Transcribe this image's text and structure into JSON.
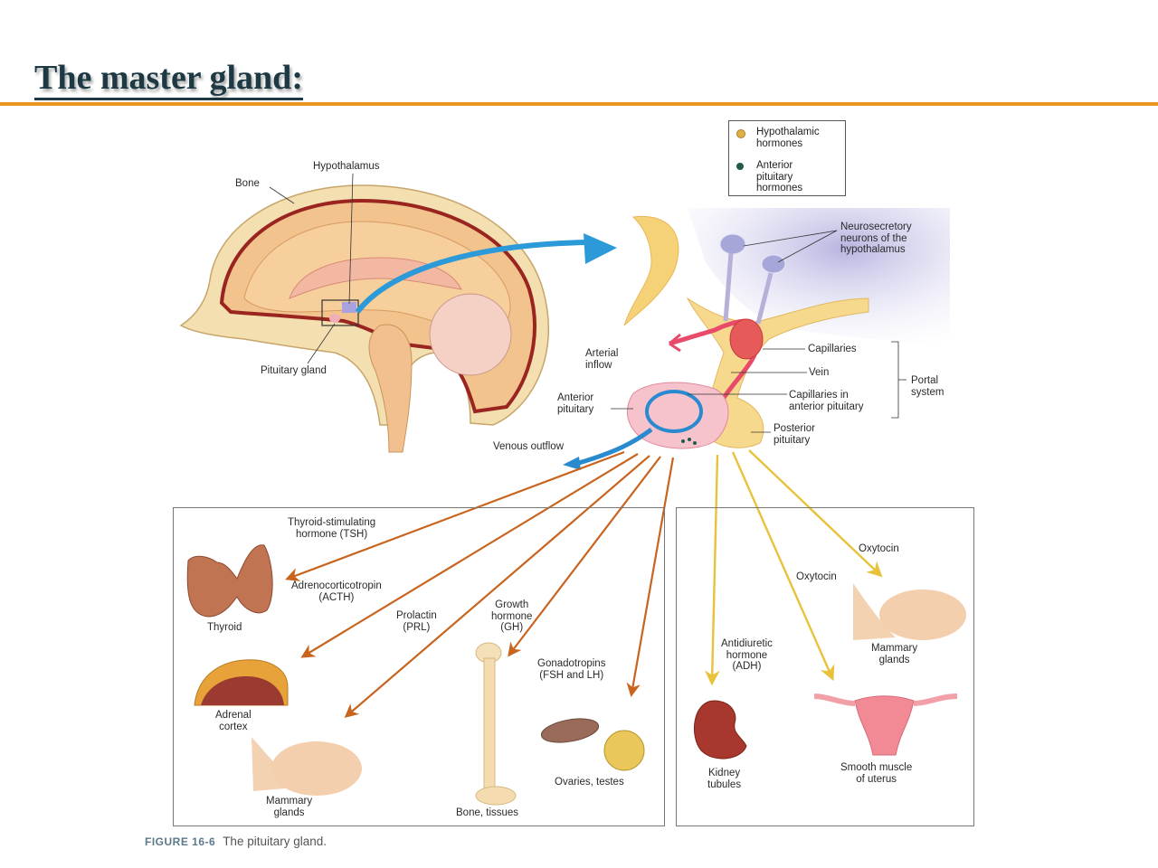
{
  "slide": {
    "title": "The master gland:",
    "accent_color": "#e8961c"
  },
  "legend": {
    "items": [
      {
        "label": "Hypothalamic\nhormones",
        "color": "#e0b040"
      },
      {
        "label": "Anterior\npituitary\nhormones",
        "color": "#1f5a4a"
      }
    ]
  },
  "brain_labels": {
    "bone": "Bone",
    "hypothalamus": "Hypothalamus",
    "pituitary_gland": "Pituitary gland"
  },
  "detail_labels": {
    "neurosecretory": "Neurosecretory\nneurons of the\nhypothalamus",
    "arterial_inflow": "Arterial\ninflow",
    "capillaries": "Capillaries",
    "vein": "Vein",
    "capillaries_anterior": "Capillaries in\nanterior pituitary",
    "portal_system": "Portal\nsystem",
    "anterior_pituitary": "Anterior\npituitary",
    "posterior_pituitary": "Posterior\npituitary",
    "venous_outflow": "Venous outflow"
  },
  "anterior_targets": {
    "hormones": {
      "tsh": "Thyroid-stimulating\nhormone (TSH)",
      "acth": "Adrenocorticotropin\n(ACTH)",
      "prl": "Prolactin\n(PRL)",
      "gh": "Growth\nhormone\n(GH)",
      "gonadotropins": "Gonadotropins\n(FSH and LH)"
    },
    "organs": {
      "thyroid": "Thyroid",
      "adrenal": "Adrenal\ncortex",
      "mammary": "Mammary\nglands",
      "bone": "Bone, tissues",
      "gonads": "Ovaries, testes"
    }
  },
  "posterior_targets": {
    "hormones": {
      "adh": "Antidiuretic\nhormone\n(ADH)",
      "oxytocin_uterus": "Oxytocin",
      "oxytocin_mammary": "Oxytocin"
    },
    "organs": {
      "kidney": "Kidney\ntubules",
      "uterus": "Smooth muscle\nof uterus",
      "mammary": "Mammary\nglands"
    }
  },
  "caption": {
    "figure_number": "FIGURE 16-6",
    "text": "The pituitary gland."
  }
}
